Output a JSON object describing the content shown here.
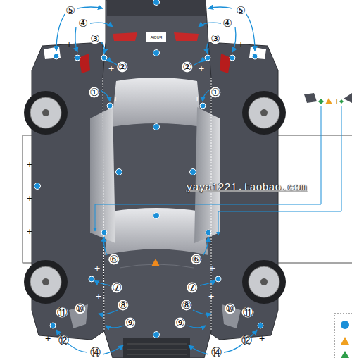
{
  "diagram": {
    "labels": [
      "⑤",
      "④",
      "③",
      "②",
      "①",
      "⑤",
      "④",
      "③",
      "②",
      "①",
      "⑥",
      "⑥",
      "⑦",
      "⑦",
      "⑧",
      "⑧",
      "⑨",
      "⑨",
      "⑪",
      "⑩",
      "⑫",
      "⑩",
      "⑪",
      "⑫",
      "⑭",
      "⑭",
      "yaya1221.taobao.com",
      "FUGA",
      "+",
      "+",
      "+",
      "+",
      "+",
      "+",
      "+",
      "+",
      "+",
      "+",
      "+",
      "+",
      "+",
      "+",
      "+",
      "+"
    ]
  }
}
